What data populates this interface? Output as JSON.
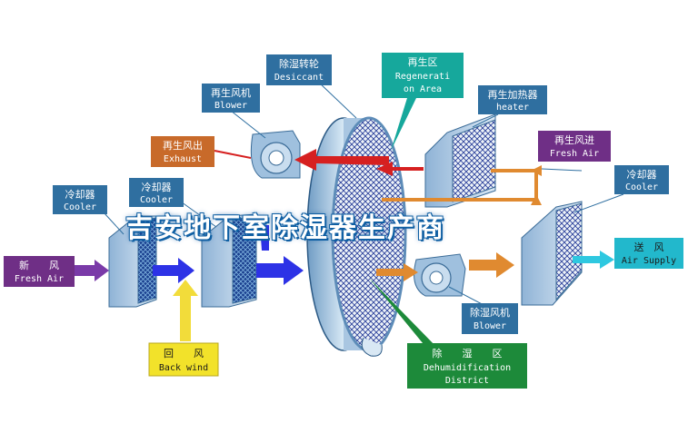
{
  "labels": {
    "desiccant": {
      "zh": "除湿转轮",
      "en": "Desiccant"
    },
    "regen_area": {
      "zh": "再生区",
      "en1": "Regenerati",
      "en2": "on Area"
    },
    "blower_top": {
      "zh": "再生风机",
      "en": "Blower"
    },
    "heater": {
      "zh": "再生加热器",
      "en": "heater"
    },
    "exhaust": {
      "zh": "再生风出",
      "en": "Exhaust"
    },
    "fresh_air_right": {
      "zh": "再生风进",
      "en": "Fresh Air"
    },
    "cooler_1": {
      "zh": "冷却器",
      "en": "Cooler"
    },
    "cooler_2": {
      "zh": "冷却器",
      "en": "Cooler"
    },
    "cooler_3": {
      "zh": "冷却器",
      "en": "Cooler"
    },
    "fresh_air_left": {
      "zh": "新　　风",
      "en": "Fresh Air"
    },
    "back_wind": {
      "zh": "回　　风",
      "en": "Back wind"
    },
    "air_supply": {
      "zh": "送　风",
      "en": "Air Supply"
    },
    "blower_bottom": {
      "zh": "除湿风机",
      "en": "Blower"
    },
    "dehum_district": {
      "zh": "除　　湿　　区",
      "en1": "Dehumidification",
      "en2": "District"
    }
  },
  "watermark": "吉安地下室除湿器生产商",
  "colors": {
    "label_blue": "#2f6fa0",
    "label_orange": "#c86a2a",
    "label_purple": "#6f2f86",
    "label_teal": "#22b8cc",
    "label_yellow": "#f2e22a",
    "label_green": "#1d8a3a",
    "arrow_blue": "#2d32e6",
    "arrow_orange": "#e08a30",
    "arrow_red": "#d62020",
    "arrow_purple": "#7a3aa8",
    "arrow_yellow": "#f2dc3a",
    "arrow_cyan": "#2ec8e0"
  }
}
